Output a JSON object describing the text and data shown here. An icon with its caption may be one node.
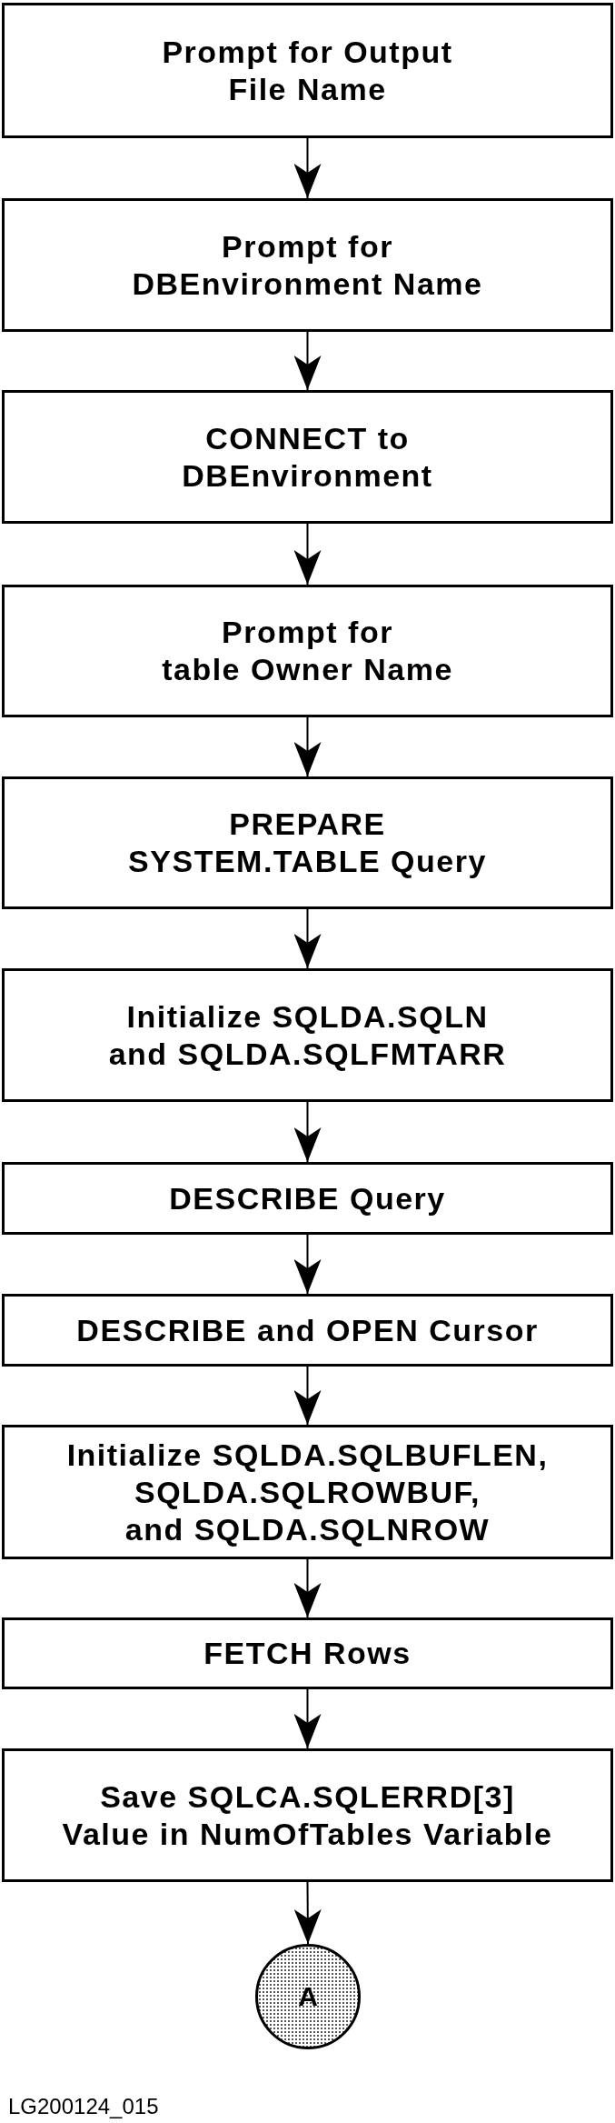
{
  "diagram": {
    "nodes": [
      {
        "text": [
          "Prompt for Output File Name"
        ]
      },
      {
        "text": [
          "Prompt for DBEnvironment Name"
        ]
      },
      {
        "text": [
          "CONNECT to DBEnvironment"
        ]
      },
      {
        "text": [
          "Prompt for table Owner Name"
        ]
      },
      {
        "text": [
          "PREPARE SYSTEM.TABLE Query"
        ]
      },
      {
        "text": [
          "Initialize SQLDA.SQLN and SQLDA.SQLFMTARR"
        ]
      },
      {
        "text": [
          "DESCRIBE Query"
        ]
      },
      {
        "text": [
          "DESCRIBE and OPEN Cursor"
        ]
      },
      {
        "text": [
          "Initialize SQLDA.SQLBUFLEN, SQLDA.SQLROWBUF, and SQLDA.SQLNROW"
        ]
      },
      {
        "text": [
          "FETCH Rows"
        ]
      },
      {
        "text": [
          "Save SQLCA.SQLERRD[3] Value in NumOfTables Variable"
        ]
      },
      {
        "text": [
          "A"
        ]
      }
    ],
    "edges": [
      {
        "from": 0,
        "to": 1,
        "arrow": "to"
      },
      {
        "from": 1,
        "to": 2,
        "arrow": "to"
      },
      {
        "from": 2,
        "to": 3,
        "arrow": "to"
      },
      {
        "from": 3,
        "to": 4,
        "arrow": "to"
      },
      {
        "from": 4,
        "to": 5,
        "arrow": "to"
      },
      {
        "from": 5,
        "to": 6,
        "arrow": "to"
      },
      {
        "from": 6,
        "to": 7,
        "arrow": "to"
      },
      {
        "from": 7,
        "to": 8,
        "arrow": "to"
      },
      {
        "from": 8,
        "to": 9,
        "arrow": "to"
      },
      {
        "from": 9,
        "to": 10,
        "arrow": "to"
      },
      {
        "from": 10,
        "to": 11,
        "arrow": "to"
      }
    ],
    "labels": [
      "LG200124_015"
    ]
  }
}
